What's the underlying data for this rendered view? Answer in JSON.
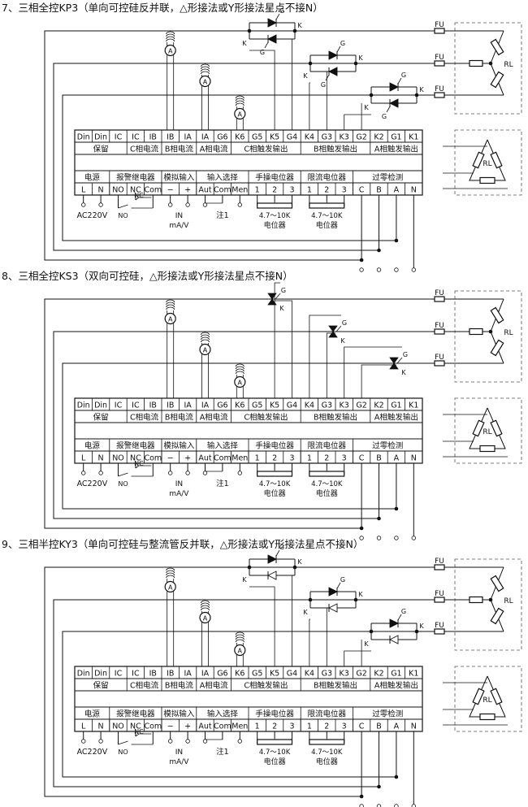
{
  "diagrams": [
    {
      "title": "7、三相全控KP3（单向可控硅反并联，△形接法或Y形接法星点不接N）",
      "kind": "antiparallel_scr"
    },
    {
      "title": "8、三相全控KS3（双向可控硅，△形接法或Y形接法星点不接N）",
      "kind": "triac"
    },
    {
      "title": "9、三相半控KY3（单向可控硅与整流管反并联，△形接法或Y形接法星点不接N）",
      "kind": "scr_diode"
    }
  ],
  "top_terminals": [
    "Din",
    "Din",
    "IC",
    "IC",
    "IB",
    "IB",
    "IA",
    "IA",
    "G6",
    "K6",
    "G5",
    "K5",
    "G4",
    "K4",
    "G3",
    "K3",
    "G2",
    "K2",
    "G1",
    "K1"
  ],
  "top_groups": [
    "保留",
    "C相电流",
    "B相电流",
    "A相电流",
    "C相触发输出",
    "B相触发输出",
    "A相触发输出"
  ],
  "bottom_group_labels": {
    "power": "电源",
    "alarm": "报警继电器",
    "analog": "模拟输入",
    "input_select": "输入选择",
    "manual_pot": "手操电位器",
    "limit_pot": "限流电位器",
    "zero_cross": "过零检测"
  },
  "bottom_terminals": {
    "power": [
      "L",
      "N"
    ],
    "alarm": [
      "NO",
      "NC",
      "Com"
    ],
    "analog": [
      "−",
      "+"
    ],
    "input_select": [
      "Aut",
      "Com",
      "Men"
    ],
    "manual_pot": [
      "1",
      "2",
      "3"
    ],
    "limit_pot": [
      "1",
      "2",
      "3"
    ],
    "zero_cross": [
      "C",
      "B",
      "A",
      "N"
    ]
  },
  "notes": {
    "supply": "AC220V",
    "relay_no": "NO",
    "relay_nc": "NC",
    "current_in": "IN",
    "current_unit": "mA/V",
    "note1": "注1",
    "pot_value": "4.7～10K",
    "pot_name": "电位器"
  },
  "labels": {
    "fuse": "FU",
    "load": "RL",
    "gate": "G",
    "cathode": "K",
    "ammeter": "A"
  }
}
